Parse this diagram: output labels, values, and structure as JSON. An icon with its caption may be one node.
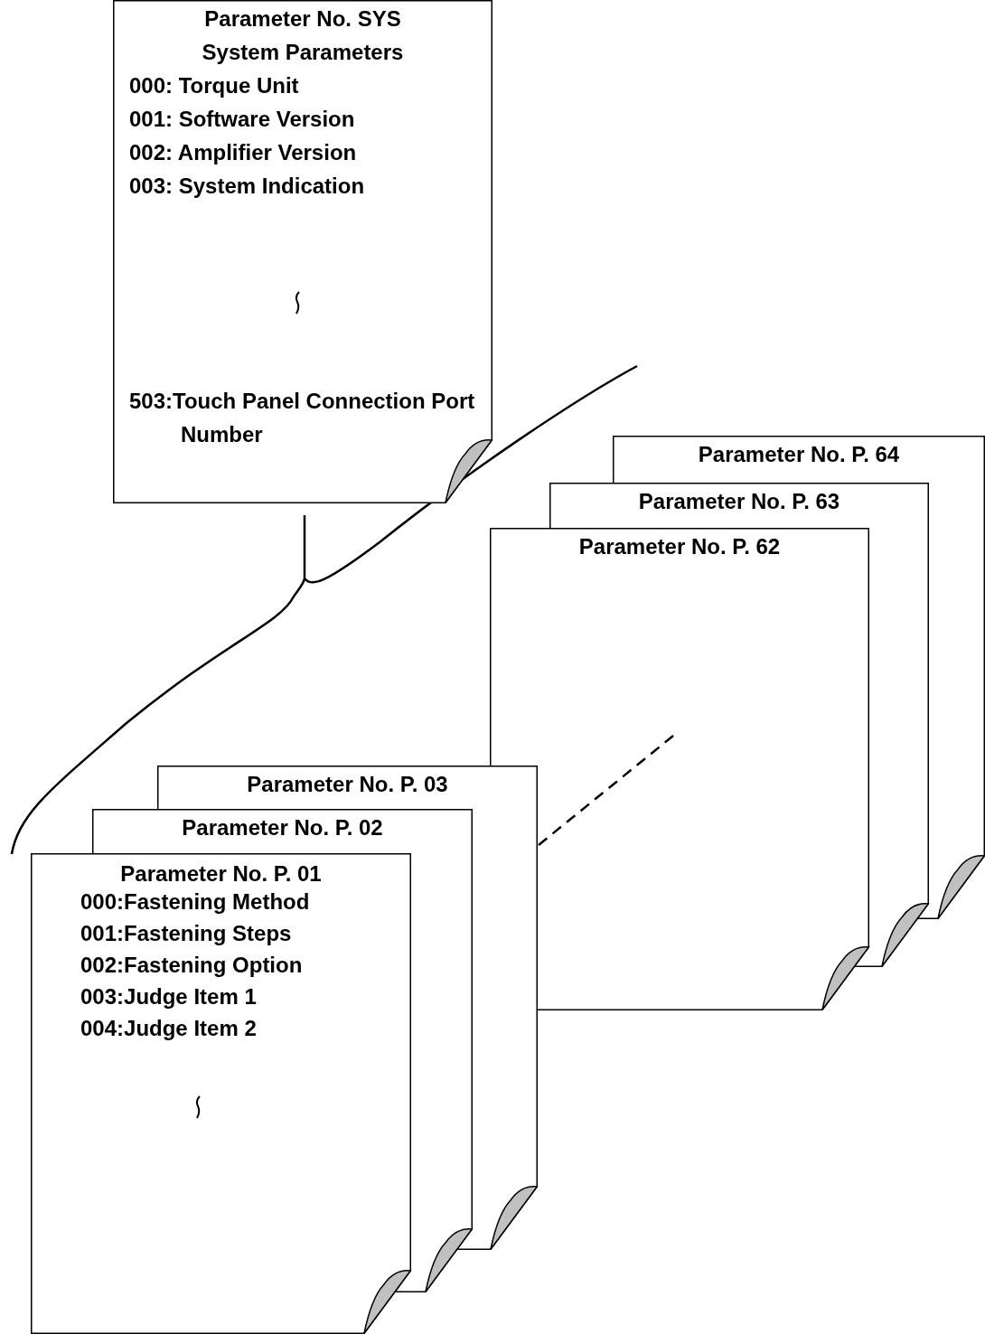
{
  "diagram": {
    "nodes": [
      {
        "text": [
          "Parameter No. SYS",
          "System Parameters",
          "000: Torque Unit",
          "001: Software Version",
          "002: Amplifier Version",
          "003: System Indication",
          "503:Touch Panel Connection Port Number"
        ]
      },
      {
        "text": [
          "Parameter No. P. 64"
        ]
      },
      {
        "text": [
          "Parameter No. P. 63"
        ]
      },
      {
        "text": [
          "Parameter No. P. 62"
        ]
      },
      {
        "text": [
          "Parameter No. P. 03"
        ]
      },
      {
        "text": [
          "Parameter No. P. 02"
        ]
      },
      {
        "text": [
          "Parameter No. P. 01",
          "000:Fastening Method",
          "001:Fastening Steps",
          "002:Fastening Option",
          "003:Judge Item 1",
          "004:Judge Item 2"
        ]
      }
    ]
  }
}
